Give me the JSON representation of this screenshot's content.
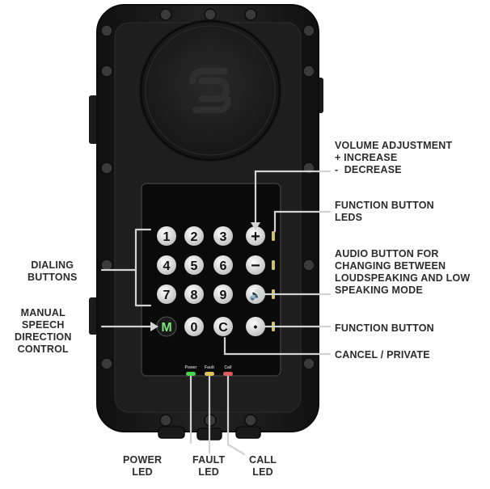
{
  "annotations": {
    "volume": "VOLUME ADJUSTMENT\n+ INCREASE\n-  DECREASE",
    "function_leds": "FUNCTION BUTTON\nLEDS",
    "audio_button": "AUDIO BUTTON FOR\nCHANGING BETWEEN\nLOUDSPEAKING AND LOW\nSPEAKING MODE",
    "function_button": "FUNCTION BUTTON",
    "cancel_private": "CANCEL / PRIVATE",
    "dialing_buttons": "DIALING\nBUTTONS",
    "manual_speech": "MANUAL\nSPEECH\nDIRECTION\nCONTROL",
    "power_led": "POWER\nLED",
    "fault_led": "FAULT\nLED",
    "call_led": "CALL\nLED"
  },
  "keypad": {
    "row1": [
      "1",
      "2",
      "3",
      "+"
    ],
    "row2": [
      "4",
      "5",
      "6",
      "−"
    ],
    "row3": [
      "7",
      "8",
      "9",
      "🔊"
    ],
    "row4": [
      "M",
      "0",
      "C",
      "•"
    ]
  },
  "leds": {
    "power": "Power",
    "fault": "Fault",
    "call": "Call"
  },
  "colors": {
    "housing": "#1c1c1c",
    "panel": "#0b0b0b",
    "key_face": "#e9e9e9",
    "key_m": "#7be37b",
    "power_led": "#49d24f",
    "fault_led": "#e0c15a",
    "call_led": "#e05a5a",
    "callout_line": "#cfcfcf"
  }
}
